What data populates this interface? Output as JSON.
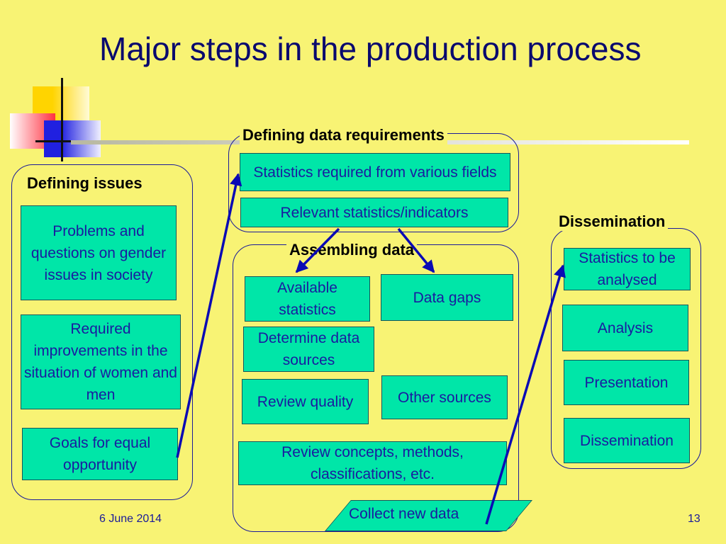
{
  "title": "Major steps in the production process",
  "sections": {
    "defining_issues": {
      "heading": "Defining issues",
      "boxes": [
        "Problems and questions on gender issues in society",
        "Required improvements in the situation of women and men",
        "Goals for equal opportunity"
      ]
    },
    "defining_data_requirements": {
      "heading": "Defining data requirements",
      "boxes": [
        "Statistics required from various fields",
        "Relevant statistics/indicators"
      ]
    },
    "assembling_data": {
      "heading": "Assembling data",
      "boxes": [
        "Available statistics",
        "Data gaps",
        "Determine data sources",
        "Review quality",
        "Other sources",
        "Review concepts, methods, classifications, etc.",
        "Collect new data"
      ]
    },
    "dissemination": {
      "heading": "Dissemination",
      "boxes": [
        "Statistics to be analysed",
        "Analysis",
        "Presentation",
        "Dissemination"
      ]
    }
  },
  "footer": {
    "date": "6 June 2014",
    "page": "13"
  },
  "colors": {
    "background": "#f8f374",
    "box_fill": "#00e6a8",
    "box_text": "#1a1aa0",
    "title": "#0a0a6e",
    "arrow": "#0a0ab4"
  }
}
